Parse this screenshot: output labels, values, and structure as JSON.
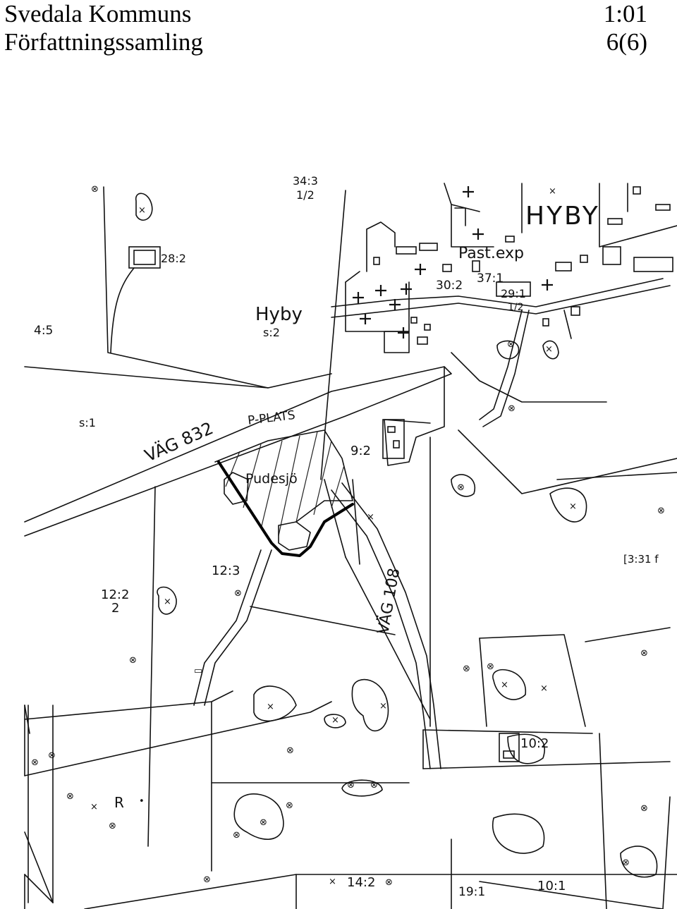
{
  "header": {
    "left_line1": "Svedala Kommuns",
    "left_line2": "Författningssamling",
    "right_line1": "1:01",
    "right_line2": "6(6)"
  },
  "map": {
    "labels": {
      "p343": "34:3",
      "p343b": "1/2",
      "hyby_caps": "HYBY",
      "p282": "28:2",
      "past_exp": "Past.exp",
      "p302": "30:2",
      "p37": "37:1",
      "p291": "29:1",
      "p291b": "1/2",
      "hyby": "Hyby",
      "s2": "s:2",
      "p45": "4:5",
      "s1": "s:1",
      "vag832": "VÄG 832",
      "pplats": "P-PLATS",
      "p92": "9:2",
      "pudesjo": "Pudesjö",
      "p123": "12:3",
      "p122": "12:2",
      "p122b": "2",
      "vag108": "VÄG 108",
      "p331": "[3:31 f",
      "p102": "10:2",
      "r": "R",
      "p142": "14:2",
      "p191": "19:1",
      "p101": "10:1"
    }
  }
}
